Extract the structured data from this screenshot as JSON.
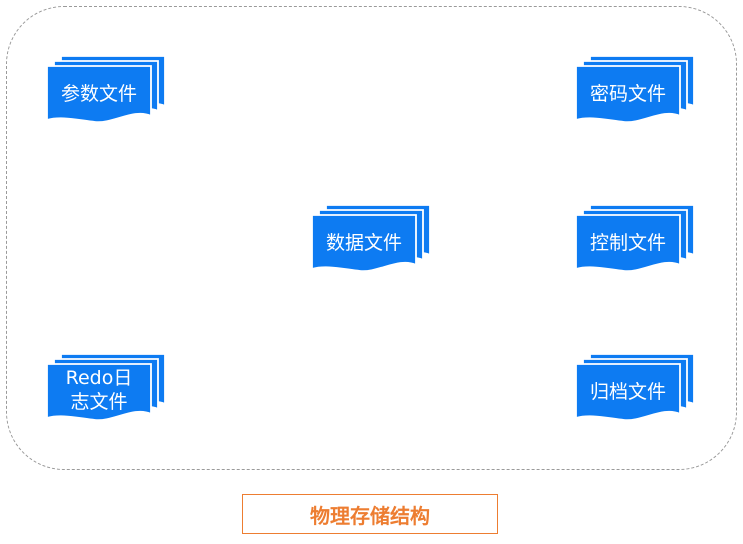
{
  "diagram": {
    "caption": "物理存储结构",
    "files": [
      {
        "id": "param",
        "label": "参数文件"
      },
      {
        "id": "password",
        "label": "密码文件"
      },
      {
        "id": "data",
        "label": "数据文件"
      },
      {
        "id": "control",
        "label": "控制文件"
      },
      {
        "id": "redo",
        "label": "Redo日\n志文件"
      },
      {
        "id": "archive",
        "label": "归档文件"
      }
    ],
    "colors": {
      "document_fill": "#0d7bf2",
      "frame_border": "#9a9a9a",
      "caption_accent": "#ed7d31"
    }
  }
}
